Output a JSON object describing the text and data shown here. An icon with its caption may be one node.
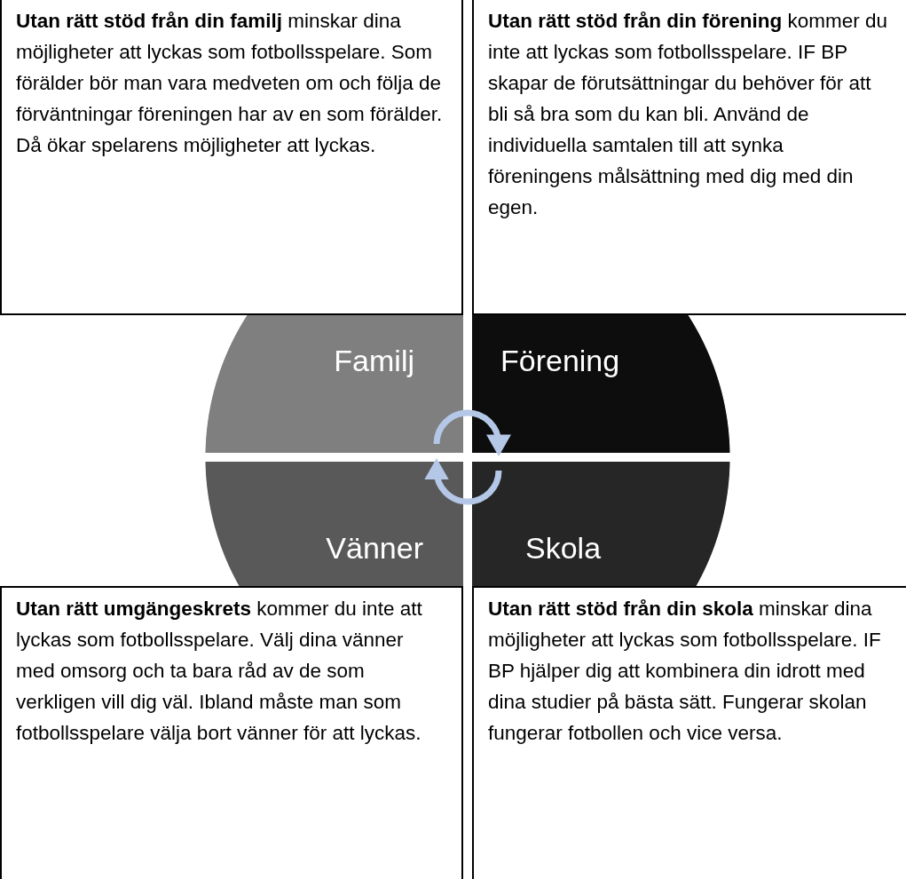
{
  "diagram": {
    "nodes": [
      {
        "text": [
          "**Utan rätt stöd från din familj** minskar dina möjligheter att lyckas som fotbollsspelare. Som förälder bör man vara medveten om och följa de förväntningar föreningen har av en som förälder. Då ökar spelarens möjligheter att lyckas."
        ]
      },
      {
        "text": [
          "**Utan rätt stöd från din förening** kommer du inte att lyckas som fotbollsspelare. IF BP skapar de förutsättningar du behöver för att bli så bra som du kan bli. Använd de individuella samtalen till att synka föreningens målsättning med dig med din egen."
        ]
      },
      {
        "text": [
          "Familj"
        ]
      },
      {
        "text": [
          "Förening"
        ]
      },
      {
        "text": [
          "Vänner"
        ]
      },
      {
        "text": [
          "Skola"
        ]
      },
      {
        "text": [
          "**Utan rätt umgängeskrets** kommer du inte att lyckas som fotbollsspelare. Välj dina vänner med omsorg och ta bara råd av de som verkligen vill dig väl. Ibland måste man som fotbollsspelare välja bort vänner för att lyckas."
        ]
      },
      {
        "text": [
          "**Utan rätt stöd från din skola** minskar dina möjligheter att lyckas som fotbollsspelare. IF BP hjälper dig att kombinera din idrott med dina studier på bästa sätt. Fungerar skolan fungerar fotbollen och vice versa."
        ]
      }
    ],
    "edges": [
      {
        "from": 2,
        "to": 3,
        "arrow": "to"
      },
      {
        "from": 5,
        "to": 4,
        "arrow": "to"
      }
    ]
  }
}
